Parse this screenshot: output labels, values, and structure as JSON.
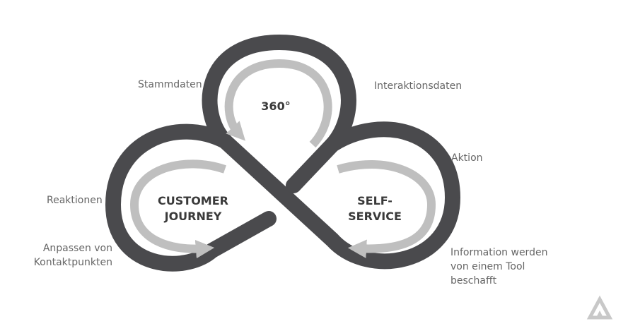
{
  "labels": {
    "stammdaten": "Stammdaten",
    "interaktionsdaten": "Interaktionsdaten",
    "aktion": "Aktion",
    "reaktionen": "Reaktionen",
    "anpassen": "Anpassen von\nKontaktpunkten",
    "information": "Information werden\nvon einem Tool\nbeschafft"
  },
  "centers": {
    "top": "360°",
    "left": "CUSTOMER\nJOURNEY",
    "right": "SELF-\nSERVICE"
  },
  "colors": {
    "outer_path": "#4a4a4d",
    "inner_arrows": "#bfbfbf",
    "logo": "#c8c8c8",
    "text": "#666666",
    "center_text": "#3a3a3a"
  },
  "icons": [
    "logo-icon"
  ]
}
